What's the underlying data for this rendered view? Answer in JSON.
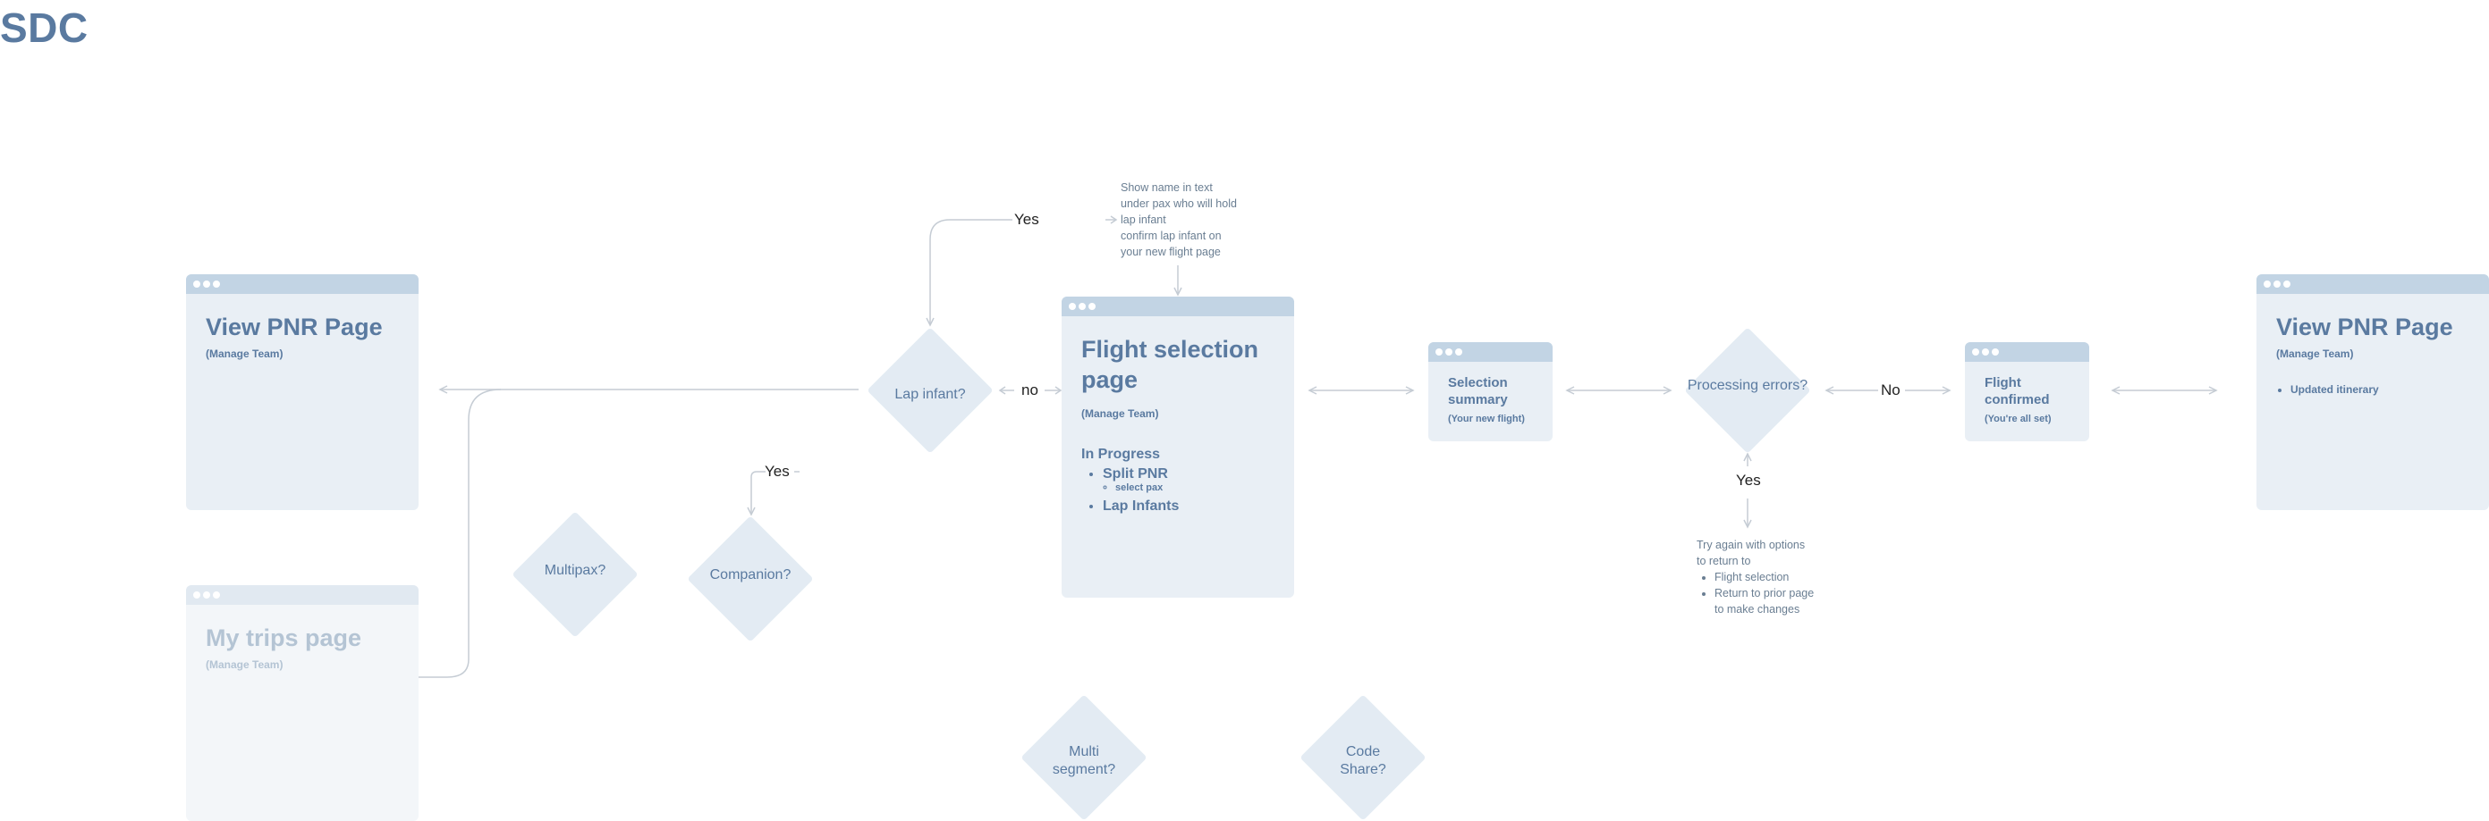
{
  "page": {
    "title": "SDC"
  },
  "cards": {
    "pnr_left": {
      "title": "View PNR Page",
      "subtitle": "(Manage Team)"
    },
    "trips": {
      "title": "My trips page",
      "subtitle": "(Manage Team)"
    },
    "flight_sel": {
      "title": "Flight selection page",
      "subtitle": "(Manage Team)",
      "section": "In Progress",
      "items": [
        "Split PNR",
        "Lap Infants"
      ],
      "subitem": "select pax"
    },
    "summary": {
      "title": "Selection summary",
      "subtitle": "(Your new flight)"
    },
    "confirmed": {
      "title": "Flight confirmed",
      "subtitle": "(You're all set)"
    },
    "pnr_right": {
      "title": "View PNR Page",
      "subtitle": "(Manage Team)",
      "items": [
        "Updated itinerary"
      ]
    }
  },
  "decisions": {
    "lap_infant": "Lap infant?",
    "processing": "Processing errors?",
    "multipax": "Multipax?",
    "companion": "Companion?",
    "multi_segment": "Multi segment?",
    "code_share": "Code Share?"
  },
  "edge_labels": {
    "yes_top": "Yes",
    "no_left": "no",
    "no_right": "No",
    "yes_companion": "Yes",
    "yes_processing": "Yes"
  },
  "notes": {
    "lap_infant_note": [
      "Show name in text",
      "under pax who will hold",
      "lap infant",
      "confirm lap infant on",
      "your new flight page"
    ],
    "retry_intro": [
      "Try again with options",
      "to return to"
    ],
    "retry_items": [
      "Flight selection",
      "Return to prior page to make changes"
    ]
  },
  "colors": {
    "card": "#e9eff5",
    "card_bar": "#c2d4e4",
    "diamond": "#e3ebf3",
    "text": "#5a7aa0",
    "connector": "#c5ccd4"
  }
}
